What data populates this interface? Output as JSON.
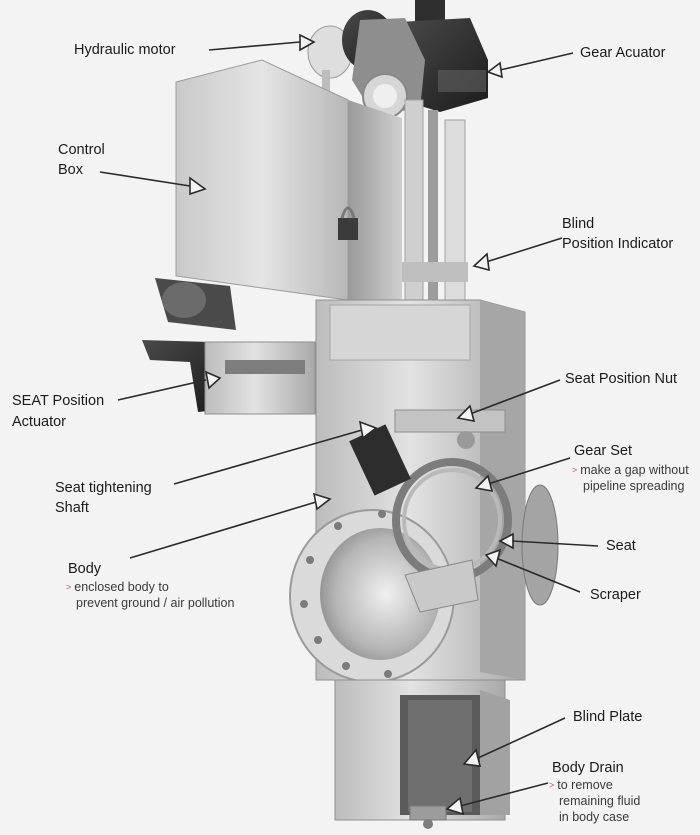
{
  "labels": {
    "hydraulic_motor": "Hydraulic motor",
    "gear_actuator": "Gear Acuator",
    "control_box_1": "Control",
    "control_box_2": "Box",
    "blind_position_indicator_1": "Blind",
    "blind_position_indicator_2": "Position Indicator",
    "seat_position_actuator_1": "SEAT Position",
    "seat_position_actuator_2": "Actuator",
    "seat_position_nut": "Seat Position Nut",
    "gear_set": "Gear Set",
    "gear_set_desc_1": "make a gap without",
    "gear_set_desc_2": "pipeline spreading",
    "seat_tightening_shaft_1": "Seat tightening",
    "seat_tightening_shaft_2": "Shaft",
    "seat": "Seat",
    "body": "Body",
    "body_desc_1": "enclosed body to",
    "body_desc_2": "prevent ground / air pollution",
    "scraper": "Scraper",
    "blind_plate": "Blind Plate",
    "body_drain": "Body Drain",
    "body_drain_desc_1": "to remove",
    "body_drain_desc_2": "remaining fluid",
    "body_drain_desc_3": "in body case"
  },
  "bullet_glyph": ">",
  "colors": {
    "background": "#f3f3f3",
    "leader_line": "#2a2a2a",
    "bullet": "#d4553a",
    "metal_light": "#d9d9d9",
    "metal_dark": "#6d6d6d",
    "motor_dark": "#3a3a3a"
  }
}
